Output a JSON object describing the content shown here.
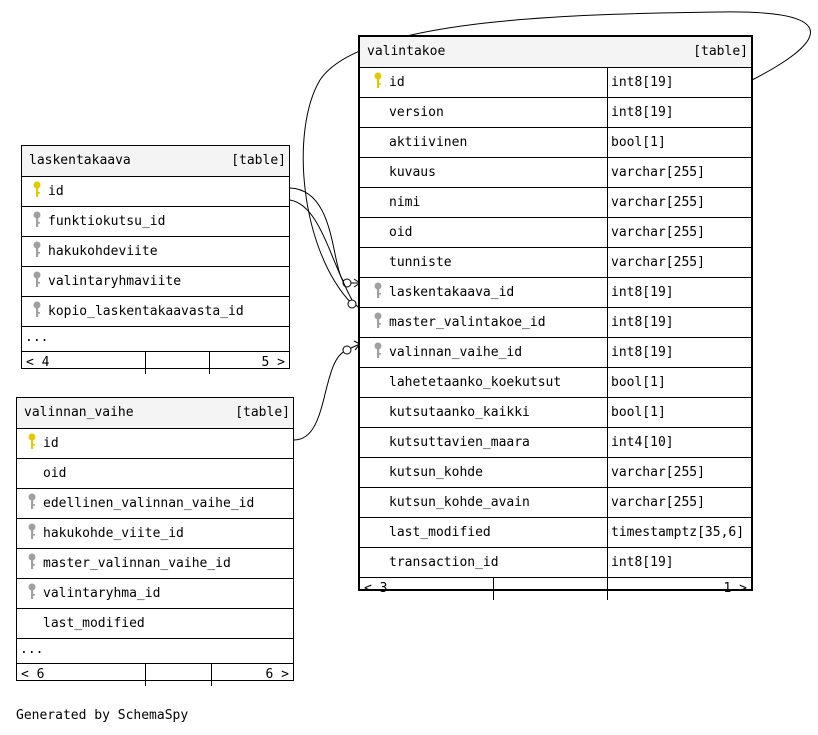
{
  "tables": {
    "laskentakaava": {
      "name": "laskentakaava",
      "kind": "[table]",
      "columns": [
        {
          "name": "id",
          "key": "primary"
        },
        {
          "name": "funktiokutsu_id",
          "key": "foreign"
        },
        {
          "name": "hakukohdeviite",
          "key": "foreign"
        },
        {
          "name": "valintaryhmaviite",
          "key": "foreign"
        },
        {
          "name": "kopio_laskentakaavasta_id",
          "key": "foreign"
        }
      ],
      "ellipsis": "...",
      "footer": {
        "left": "< 4",
        "right": "5 >"
      }
    },
    "valinnan_vaihe": {
      "name": "valinnan_vaihe",
      "kind": "[table]",
      "columns": [
        {
          "name": "id",
          "key": "primary"
        },
        {
          "name": "oid",
          "key": "none"
        },
        {
          "name": "edellinen_valinnan_vaihe_id",
          "key": "foreign"
        },
        {
          "name": "hakukohde_viite_id",
          "key": "foreign"
        },
        {
          "name": "master_valinnan_vaihe_id",
          "key": "foreign"
        },
        {
          "name": "valintaryhma_id",
          "key": "foreign"
        },
        {
          "name": "last_modified",
          "key": "none"
        }
      ],
      "ellipsis": "...",
      "footer": {
        "left": "< 6",
        "right": "6 >"
      }
    },
    "valintakoe": {
      "name": "valintakoe",
      "kind": "[table]",
      "columns": [
        {
          "name": "id",
          "type": "int8[19]",
          "key": "primary"
        },
        {
          "name": "version",
          "type": "int8[19]",
          "key": "none"
        },
        {
          "name": "aktiivinen",
          "type": "bool[1]",
          "key": "none"
        },
        {
          "name": "kuvaus",
          "type": "varchar[255]",
          "key": "none"
        },
        {
          "name": "nimi",
          "type": "varchar[255]",
          "key": "none"
        },
        {
          "name": "oid",
          "type": "varchar[255]",
          "key": "none"
        },
        {
          "name": "tunniste",
          "type": "varchar[255]",
          "key": "none"
        },
        {
          "name": "laskentakaava_id",
          "type": "int8[19]",
          "key": "foreign"
        },
        {
          "name": "master_valintakoe_id",
          "type": "int8[19]",
          "key": "foreign"
        },
        {
          "name": "valinnan_vaihe_id",
          "type": "int8[19]",
          "key": "foreign"
        },
        {
          "name": "lahetetaanko_koekutsut",
          "type": "bool[1]",
          "key": "none"
        },
        {
          "name": "kutsutaanko_kaikki",
          "type": "bool[1]",
          "key": "none"
        },
        {
          "name": "kutsuttavien_maara",
          "type": "int4[10]",
          "key": "none"
        },
        {
          "name": "kutsun_kohde",
          "type": "varchar[255]",
          "key": "none"
        },
        {
          "name": "kutsun_kohde_avain",
          "type": "varchar[255]",
          "key": "none"
        },
        {
          "name": "last_modified",
          "type": "timestamptz[35,6]",
          "key": "none"
        },
        {
          "name": "transaction_id",
          "type": "int8[19]",
          "key": "none"
        }
      ],
      "footer": {
        "left": "< 3",
        "right": "1 >"
      }
    }
  },
  "colors": {
    "primary_key": "#e6c800",
    "foreign_key": "#a0a0a0",
    "header_bg": "#f4f4f4"
  },
  "icons": {
    "primary_key": "key-icon",
    "foreign_key": "key-icon"
  },
  "generated_by": "Generated by SchemaSpy"
}
